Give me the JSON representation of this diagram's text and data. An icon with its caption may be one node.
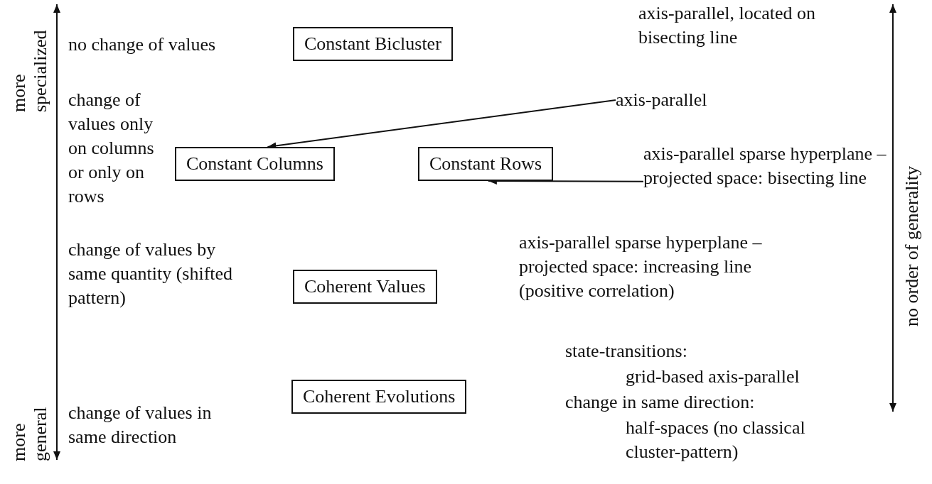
{
  "diagram": {
    "nodes": [
      {
        "text": [
          "Constant Bicluster"
        ]
      },
      {
        "text": [
          "axis-parallel"
        ]
      },
      {
        "text": [
          "Constant Columns"
        ]
      },
      {
        "text": [
          "Constant Rows"
        ]
      },
      {
        "text": [
          "axis-parallel sparse hyperplane – projected space: bisecting line"
        ]
      },
      {
        "text": [
          "Coherent Values"
        ]
      },
      {
        "text": [
          "Coherent Evolutions"
        ]
      }
    ],
    "edges": [
      {
        "from": 1,
        "to": 2,
        "arrow": "to"
      },
      {
        "from": 4,
        "to": 3,
        "arrow": "to"
      }
    ],
    "labels": [
      "more specialized",
      "no change of values",
      "axis-parallel, located on bisecting line",
      "no order of generality",
      "change of values only on columns or only on rows",
      "change of values by same quantity (shifted pattern)",
      "axis-parallel sparse hyperplane – projected space: increasing line (positive correlation)",
      "more general",
      "state-transitions:",
      "grid-based axis-parallel",
      "change in same direction:",
      "half-spaces (no classical cluster-pattern)",
      "change of values in same direction"
    ]
  }
}
